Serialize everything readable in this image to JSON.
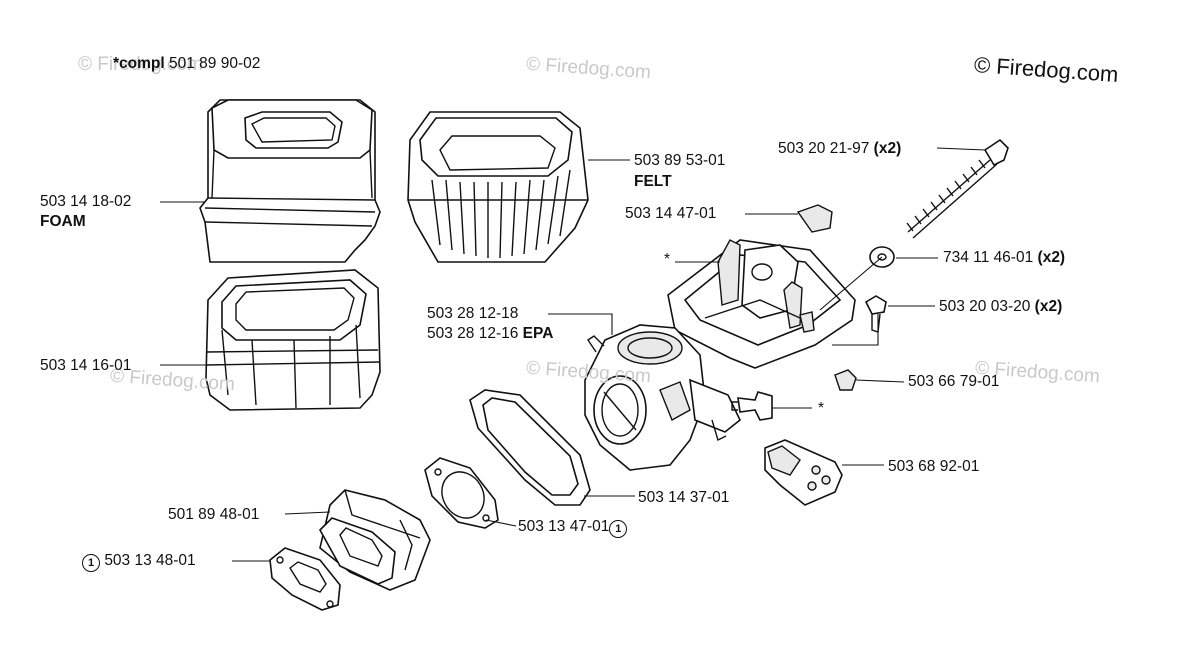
{
  "copyright": "© Firedog.com",
  "watermark": "© Firedog.com",
  "assembly": {
    "prefix": "*compl",
    "number": "501 89 90-02"
  },
  "parts": {
    "foam_filter": {
      "number": "503 14 18-02",
      "note": "FOAM"
    },
    "felt_filter": {
      "number": "503 89 53-01",
      "note": "FELT"
    },
    "filter_holder": {
      "number": "503 14 16-01"
    },
    "screw_long": {
      "number": "503 20 21-97",
      "qty": "(x2)"
    },
    "clip": {
      "number": "503 14 47-01"
    },
    "washer": {
      "number": "734 11 46-01",
      "qty": "(x2)"
    },
    "screw_short": {
      "number": "503 20 03-20",
      "qty": "(x2)"
    },
    "carburetor": {
      "number": "503 28 12-18"
    },
    "carburetor_epa": {
      "number": "503 28 12-16",
      "note": "EPA"
    },
    "plug": {
      "number": "503 66 79-01"
    },
    "bracket": {
      "number": "503 68 92-01"
    },
    "gasket_frame": {
      "number": "503 14 37-01"
    },
    "gasket_ring": {
      "number": "503 13 47-01",
      "mark": "1"
    },
    "intake_manifold": {
      "number": "501 89 48-01"
    },
    "gasket_small": {
      "number": "503 13 48-01",
      "mark": "1"
    },
    "asterisk_top": "*",
    "asterisk_fitting": "*"
  }
}
